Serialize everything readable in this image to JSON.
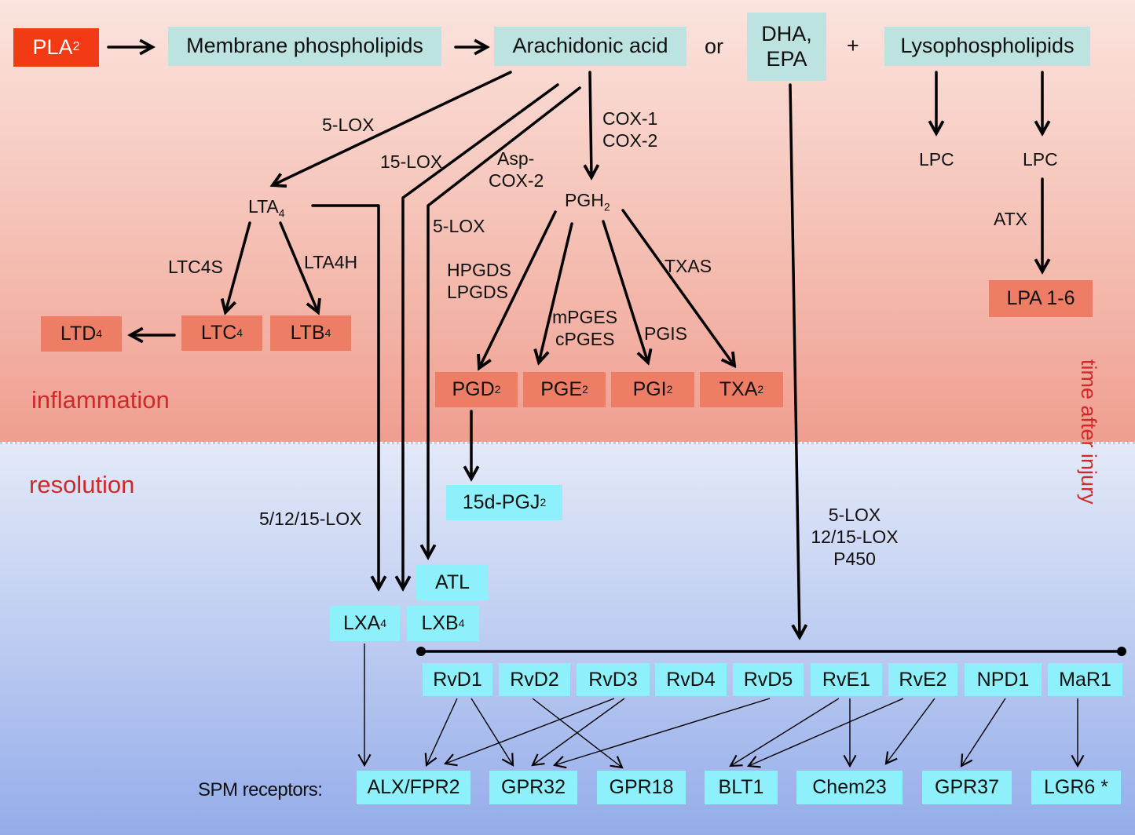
{
  "nodes": {
    "pla2": "PLA",
    "pla2_sub": "2",
    "membrane": "Membrane phospholipids",
    "arachidonic": "Arachidonic acid",
    "or": "or",
    "dha_epa_1": "DHA,",
    "dha_epa_2": "EPA",
    "plus": "+",
    "lysophospholipids": "Lysophospholipids",
    "lpc_left": "LPC",
    "lpc_right": "LPC",
    "lpa": "LPA 1-6",
    "lta4": "LTA",
    "lta4_sub": "4",
    "ltd4": "LTD",
    "ltd4_sub": "4",
    "ltc4": "LTC",
    "ltc4_sub": "4",
    "ltb4": "LTB",
    "ltb4_sub": "4",
    "pgh2": "PGH",
    "pgh2_sub": "2",
    "pgd2": "PGD",
    "pgd2_sub": "2",
    "pge2": "PGE",
    "pge2_sub": "2",
    "pgi2": "PGI",
    "pgi2_sub": "2",
    "txa2": "TXA",
    "txa2_sub": "2",
    "pgj2": "15d-PGJ",
    "pgj2_sub": "2",
    "atl": "ATL",
    "lxa4": "LXA",
    "lxa4_sub": "4",
    "lxb4": "LXB",
    "lxb4_sub": "4"
  },
  "enzymes": {
    "lox5_a": "5-LOX",
    "lox15": "15-LOX",
    "asp_cox2_1": "Asp-",
    "asp_cox2_2": "COX-2",
    "cox1": "COX-1",
    "cox2": "COX-2",
    "lox5_b": "5-LOX",
    "ltc4s": "LTC4S",
    "lta4h": "LTA4H",
    "hpgds": "HPGDS",
    "lpgds": "LPGDS",
    "mpges": "mPGES",
    "cpges": "cPGES",
    "pgis": "PGIS",
    "txas": "TXAS",
    "atx": "ATX",
    "lox51215": "5/12/15-LOX",
    "resolvin_1": "5-LOX",
    "resolvin_2": "12/15-LOX",
    "resolvin_3": "P450"
  },
  "sections": {
    "inflammation": "inflammation",
    "resolution": "resolution",
    "time_axis": "time after injury"
  },
  "mediators": [
    "RvD1",
    "RvD2",
    "RvD3",
    "RvD4",
    "RvD5",
    "RvE1",
    "RvE2",
    "NPD1",
    "MaR1"
  ],
  "receptors_label": "SPM receptors:",
  "receptors": [
    "ALX/FPR2",
    "GPR32",
    "GPR18",
    "BLT1",
    "Chem23",
    "GPR37",
    "LGR6 *"
  ],
  "colors": {
    "pla2": "#f23a15",
    "substrate": "#bde3e0",
    "pro_inflammatory": "#ee7d66",
    "pro_resolving": "#8ef0fb",
    "section_text": "#cf2a2a"
  }
}
